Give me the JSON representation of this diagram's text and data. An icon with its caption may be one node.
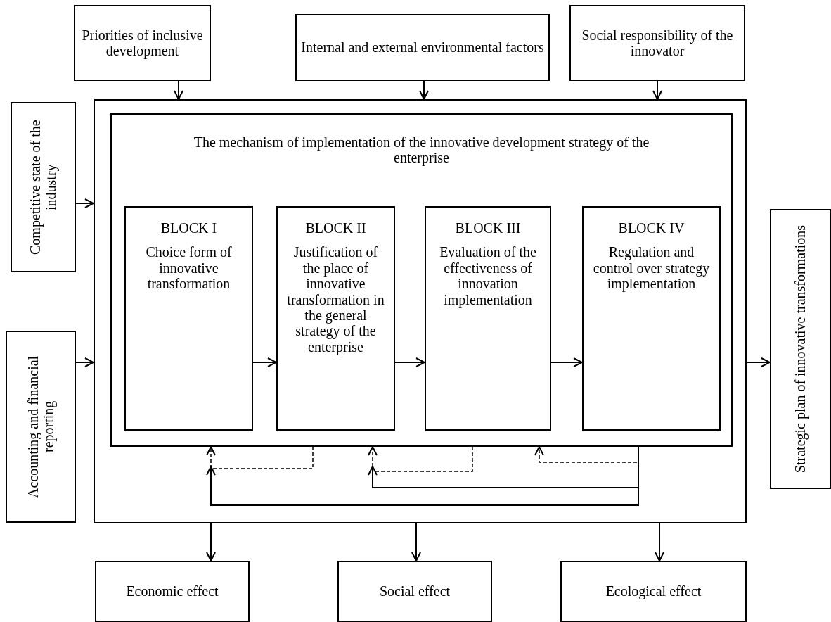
{
  "diagram": {
    "nodes": [
      {
        "text": [
          "Priorities of inclusive development"
        ]
      },
      {
        "text": [
          "Internal and external environmental factors"
        ]
      },
      {
        "text": [
          "Social responsibility of the innovator"
        ]
      },
      {
        "text": [],
        "shape": "box"
      },
      {
        "text": [
          "The mechanism of implementation of the innovative development strategy of the enterprise"
        ],
        "in": 3
      },
      {
        "text": [
          "BLOCK I",
          "Choice form of innovative transformation"
        ],
        "in": 4
      },
      {
        "text": [
          "BLOCK II",
          "Justification of the place of innovative transformation in the general strategy of the enterprise"
        ],
        "in": 4
      },
      {
        "text": [
          "BLOCK III",
          "Evaluation of the effectiveness of innovation implementation"
        ],
        "in": 4
      },
      {
        "text": [
          "BLOCK IV",
          "Regulation and control over strategy implementation"
        ],
        "in": 4
      },
      {
        "text": [
          "Competitive state of the industry"
        ]
      },
      {
        "text": [
          "Accounting and financial reporting"
        ]
      },
      {
        "text": [
          "Strategic plan of innovative transformations"
        ]
      },
      {
        "text": [
          "Economic effect"
        ]
      },
      {
        "text": [
          "Social effect"
        ]
      },
      {
        "text": [
          "Ecological effect"
        ]
      }
    ],
    "edges": [
      {
        "from": 0,
        "to": 3,
        "arrow": "to"
      },
      {
        "from": 1,
        "to": 3,
        "arrow": "to"
      },
      {
        "from": 2,
        "to": 3,
        "arrow": "to"
      },
      {
        "from": 9,
        "to": 3,
        "arrow": "to"
      },
      {
        "from": 10,
        "to": 3,
        "arrow": "to"
      },
      {
        "from": 3,
        "to": 11,
        "arrow": "to"
      },
      {
        "from": 3,
        "to": 12,
        "arrow": "to"
      },
      {
        "from": 3,
        "to": 13,
        "arrow": "to"
      },
      {
        "from": 3,
        "to": 14,
        "arrow": "to"
      },
      {
        "from": 5,
        "to": 6,
        "arrow": "to"
      },
      {
        "from": 6,
        "to": 7,
        "arrow": "to"
      },
      {
        "from": 7,
        "to": 8,
        "arrow": "to"
      },
      {
        "from": 6,
        "to": 5,
        "arrow": "to",
        "style": "dashed"
      },
      {
        "from": 7,
        "to": 6,
        "arrow": "to",
        "style": "dashed"
      },
      {
        "from": 8,
        "to": 7,
        "arrow": "to",
        "style": "dashed"
      },
      {
        "from": 8,
        "to": 6,
        "arrow": "to"
      },
      {
        "from": 8,
        "to": 5,
        "arrow": "to"
      }
    ]
  }
}
